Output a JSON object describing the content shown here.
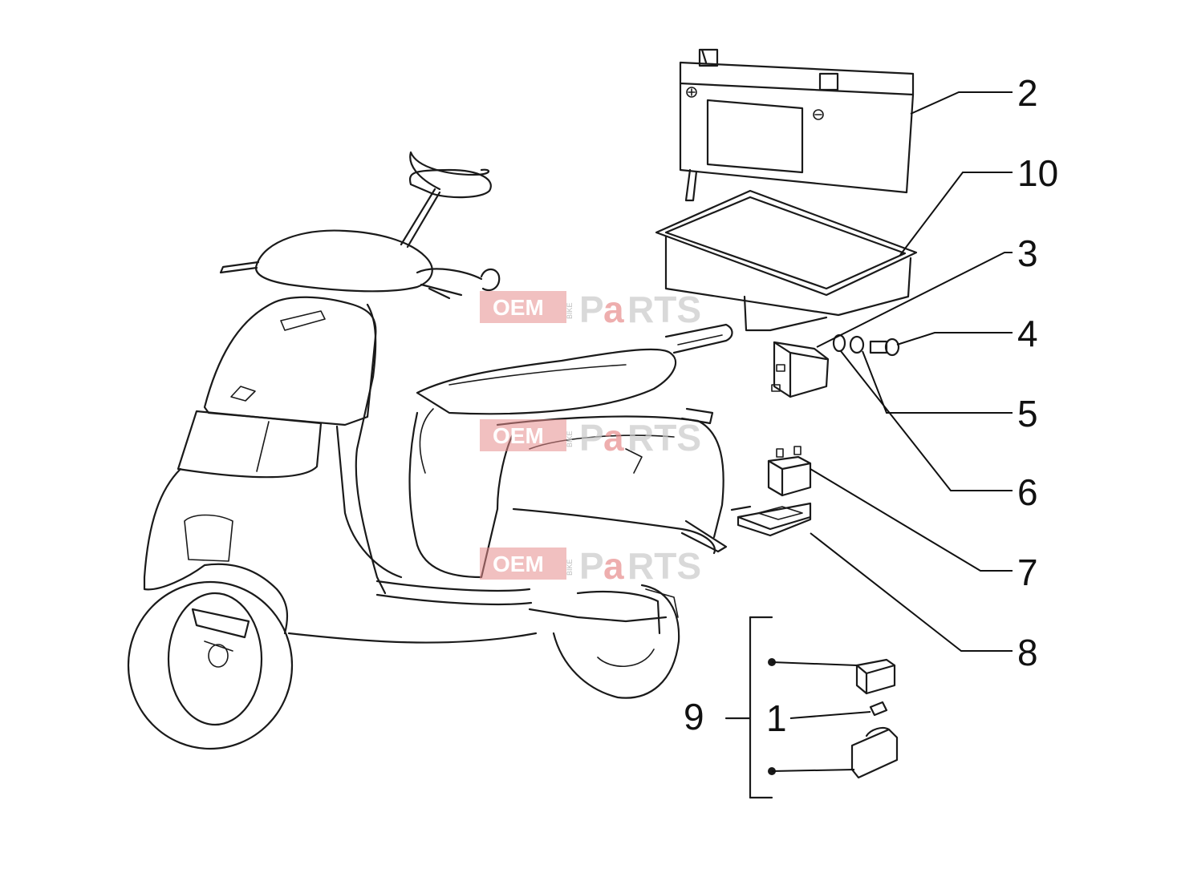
{
  "callouts": [
    {
      "id": "2",
      "label": "2"
    },
    {
      "id": "10",
      "label": "10"
    },
    {
      "id": "3",
      "label": "3"
    },
    {
      "id": "4",
      "label": "4"
    },
    {
      "id": "5",
      "label": "5"
    },
    {
      "id": "6",
      "label": "6"
    },
    {
      "id": "7",
      "label": "7"
    },
    {
      "id": "8",
      "label": "8"
    },
    {
      "id": "9",
      "label": "9"
    },
    {
      "id": "1",
      "label": "1"
    }
  ],
  "watermark": {
    "brand_prefix": "OEM",
    "brand_small": "BIKE",
    "brand_suffix_a": "P",
    "brand_suffix_b": "a",
    "brand_suffix_c": "RTS"
  }
}
